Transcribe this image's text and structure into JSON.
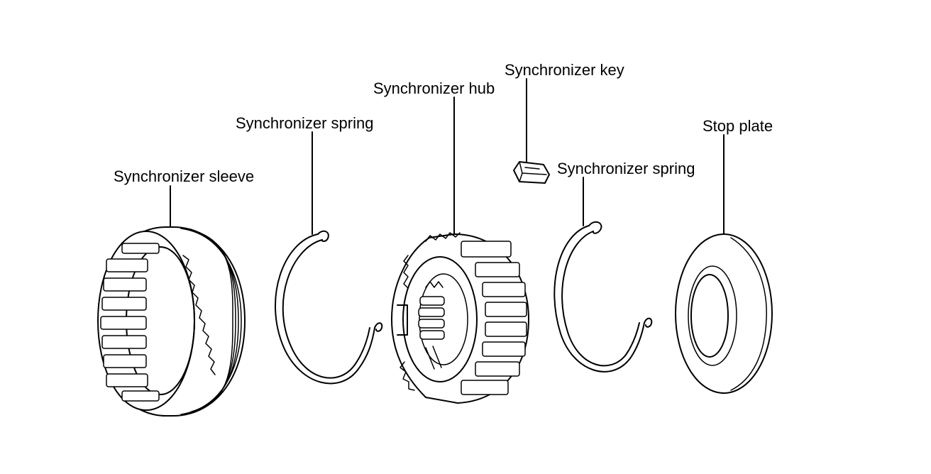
{
  "diagram": {
    "labels": {
      "sleeve": "Synchronizer sleeve",
      "spring_left": "Synchronizer spring",
      "hub": "Synchronizer hub",
      "key": "Synchronizer key",
      "spring_right": "Synchronizer spring",
      "stop_plate": "Stop plate"
    }
  }
}
